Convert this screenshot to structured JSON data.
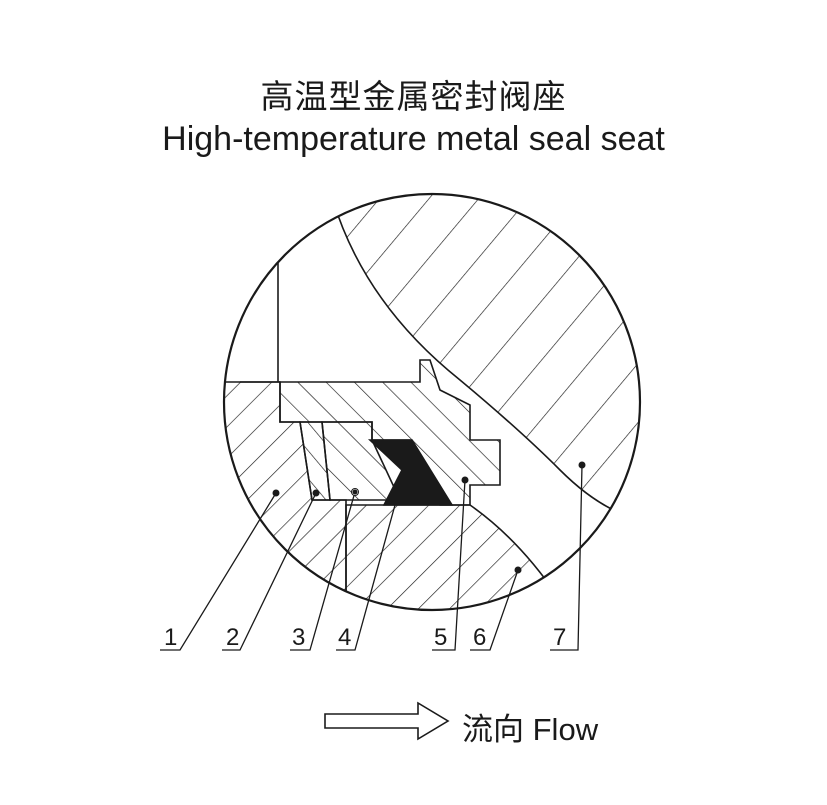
{
  "title": {
    "chinese": "高温型金属密封阀座",
    "english": "High-temperature metal seal seat"
  },
  "part_numbers": [
    "1",
    "2",
    "3",
    "4",
    "5",
    "6",
    "7"
  ],
  "flow": {
    "chinese": "流向",
    "english": "Flow"
  },
  "colors": {
    "line": "#1a1a1a",
    "background": "#ffffff"
  }
}
